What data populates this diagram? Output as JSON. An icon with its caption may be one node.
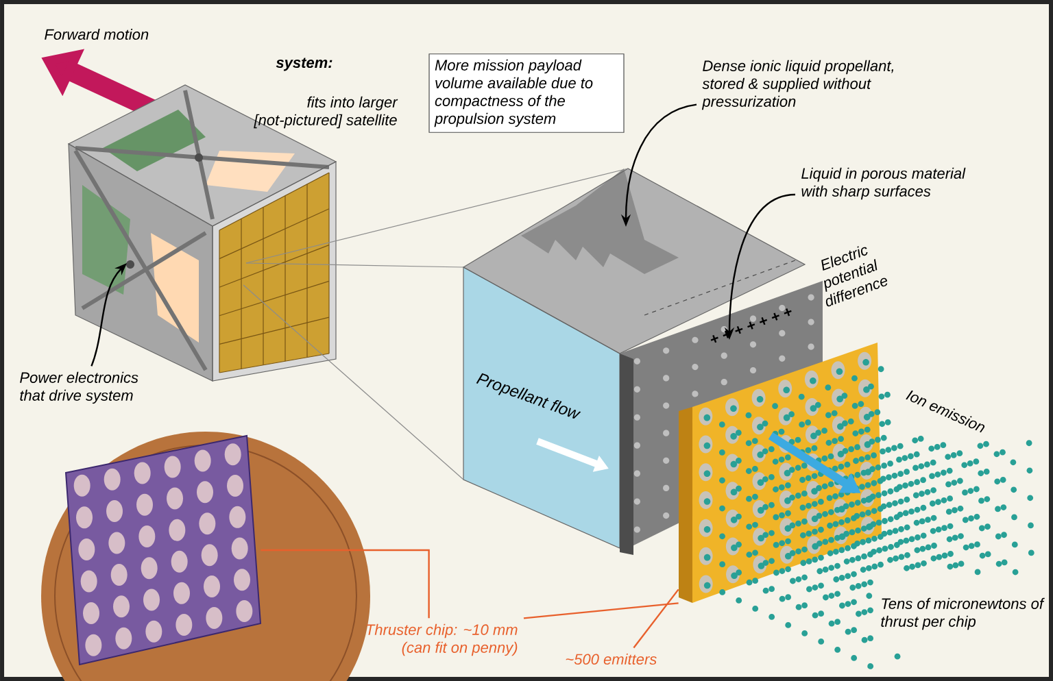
{
  "diagram": {
    "nodes": [
      {
        "text": [
          "More mission payload volume available due to compactness of the propulsion system"
        ]
      },
      {
        "text": [
          "Power electronics that drive system"
        ]
      },
      {
        "text": [],
        "shape": "picture"
      },
      {
        "text": [
          "Dense ionic liquid propellant, stored & supplied without pressurization"
        ]
      },
      {
        "text": [],
        "shape": "picture"
      },
      {
        "text": [
          "Liquid in porous material with sharp surfaces"
        ]
      },
      {
        "text": [],
        "shape": "picture"
      },
      {
        "text": [],
        "shape": "picture"
      },
      {
        "text": [],
        "shape": "picture"
      },
      {
        "text": [
          "Thruster chip: ~10 mm (can fit on penny)"
        ]
      },
      {
        "text": [
          "~500 emitters"
        ]
      }
    ],
    "edges": [
      {
        "from": 1,
        "to": 2,
        "arrow": "to"
      },
      {
        "from": 3,
        "to": 4,
        "arrow": "to"
      },
      {
        "from": 5,
        "to": 6,
        "arrow": "to"
      },
      {
        "from": 9,
        "to": 8,
        "arrow": "none",
        "color": "#e8602c"
      },
      {
        "from": 9,
        "to": 7,
        "arrow": "none",
        "color": "#e8602c"
      },
      {
        "from": 10,
        "to": 7,
        "arrow": "none",
        "color": "#e8602c"
      },
      {
        "from": 2,
        "to": 4,
        "arrow": "none",
        "color": "#8c8c8c"
      },
      {
        "from": 2,
        "to": 4,
        "arrow": "none",
        "color": "#8c8c8c"
      },
      {
        "from": 2,
        "to": 4,
        "arrow": "none",
        "color": "#8c8c8c"
      }
    ],
    "labels": [
      "Forward motion",
      "system:",
      "fits into larger [not-pictured] satellite",
      "Electric potential difference",
      "+ + + + + + +",
      "Propellant flow",
      "Ion emission",
      "Tens of micronewtons of thrust per chip"
    ]
  }
}
